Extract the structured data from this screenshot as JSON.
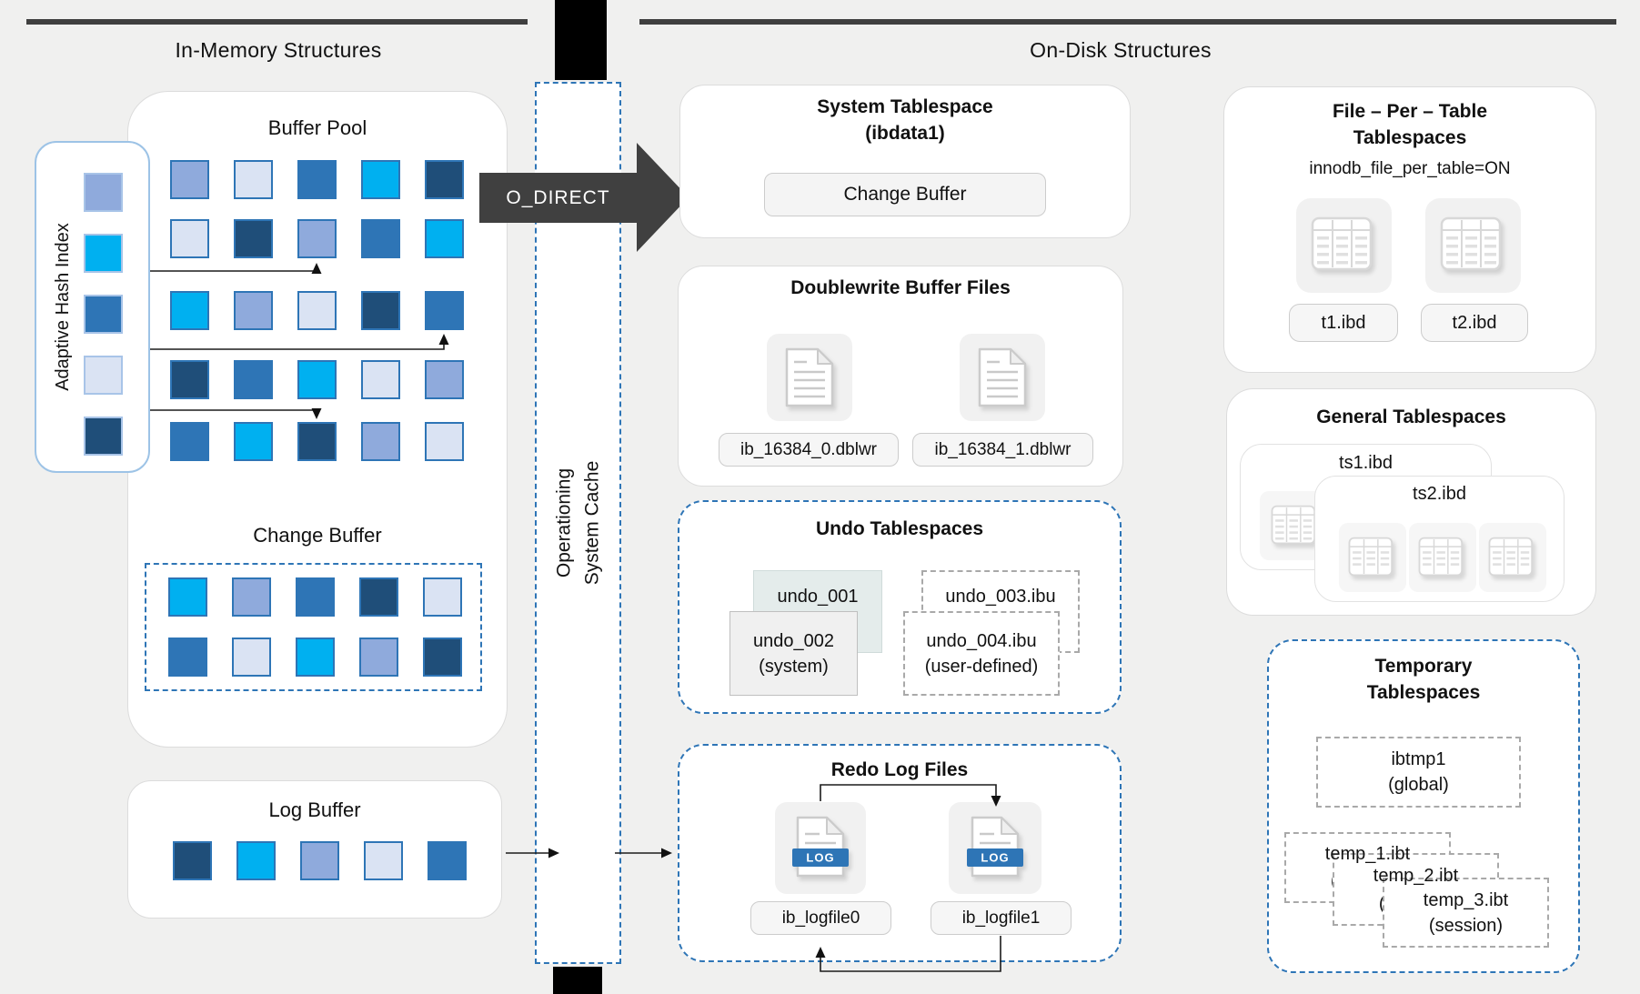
{
  "headers": {
    "in_memory": "In-Memory Structures",
    "on_disk": "On-Disk Structures"
  },
  "colors": {
    "periwinkle": "#8FAADC",
    "light": "#DAE3F3",
    "medium": "#2E75B6",
    "cyan": "#00B0F0",
    "navy": "#1F4E79",
    "dashed_blue": "#2E75B6",
    "header_bar": "#3F3F3F",
    "odirect_arrow": "#404040"
  },
  "o_direct": {
    "label": "O_DIRECT"
  },
  "os_cache": {
    "line1": "Operationing",
    "line2": "System Cache"
  },
  "adaptive_hash_index": {
    "label": "Adaptive Hash Index",
    "cells": [
      "periwinkle",
      "cyan",
      "medium",
      "light",
      "navy"
    ]
  },
  "buffer_pool": {
    "title": "Buffer Pool",
    "rows": [
      [
        "periwinkle",
        "light",
        "medium",
        "cyan",
        "navy"
      ],
      [
        "light",
        "navy",
        "periwinkle",
        "medium",
        "cyan"
      ],
      [
        "cyan",
        "periwinkle",
        "light",
        "navy",
        "medium"
      ],
      [
        "navy",
        "medium",
        "cyan",
        "light",
        "periwinkle"
      ],
      [
        "medium",
        "cyan",
        "navy",
        "periwinkle",
        "light"
      ]
    ]
  },
  "change_buffer": {
    "title": "Change Buffer",
    "rows": [
      [
        "cyan",
        "periwinkle",
        "medium",
        "navy",
        "light"
      ],
      [
        "medium",
        "light",
        "cyan",
        "periwinkle",
        "navy"
      ]
    ]
  },
  "log_buffer": {
    "title": "Log Buffer",
    "cells": [
      "navy",
      "cyan",
      "periwinkle",
      "light",
      "medium"
    ]
  },
  "system_tablespace": {
    "title": "System Tablespace",
    "subtitle": "(ibdata1)",
    "change_buffer_label": "Change Buffer"
  },
  "doublewrite": {
    "title": "Doublewrite Buffer Files",
    "files": [
      "ib_16384_0.dblwr",
      "ib_16384_1.dblwr"
    ]
  },
  "undo": {
    "title": "Undo Tablespaces",
    "boxes": [
      {
        "line1": "undo_001",
        "line2": ""
      },
      {
        "line1": "undo_002",
        "line2": "(system)"
      },
      {
        "line1": "undo_003.ibu",
        "line2": ""
      },
      {
        "line1": "undo_004.ibu",
        "line2": "(user-defined)"
      }
    ]
  },
  "redo": {
    "title": "Redo Log Files",
    "banner": "LOG",
    "files": [
      "ib_logfile0",
      "ib_logfile1"
    ]
  },
  "file_per_table": {
    "title_line1": "File – Per – Table",
    "title_line2": "Tablespaces",
    "subtitle": "innodb_file_per_table=ON",
    "files": [
      "t1.ibd",
      "t2.ibd"
    ]
  },
  "general": {
    "title": "General Tablespaces",
    "cards": [
      {
        "label": "ts1.ibd"
      },
      {
        "label": "ts2.ibd"
      }
    ]
  },
  "temporary": {
    "title_line1": "Temporary",
    "title_line2": "Tablespaces",
    "boxes": [
      {
        "line1": "ibtmp1",
        "line2": "(global)"
      },
      {
        "line1": "temp_1.ibt",
        "line2": "(session)"
      },
      {
        "line1": "temp_2.ibt",
        "line2": "(session)"
      },
      {
        "line1": "temp_3.ibt",
        "line2": "(session)"
      }
    ]
  }
}
